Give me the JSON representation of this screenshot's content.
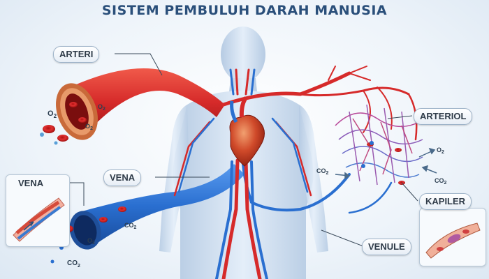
{
  "title": "SISTEM PEMBULUH DARAH MANUSIA",
  "labels": {
    "arteri": "ARTERI",
    "vena_inset": "VENA",
    "vena": "VENA",
    "arteriol": "ARTERIOL",
    "kapiler": "KAPILER",
    "venule": "VENULE"
  },
  "chem": {
    "o2": "O",
    "co2": "CO",
    "sub2": "2"
  },
  "colors": {
    "artery": "#d62a2a",
    "vein": "#2a6fd0",
    "body": "#c9dbef",
    "title": "#2a4f7a"
  }
}
